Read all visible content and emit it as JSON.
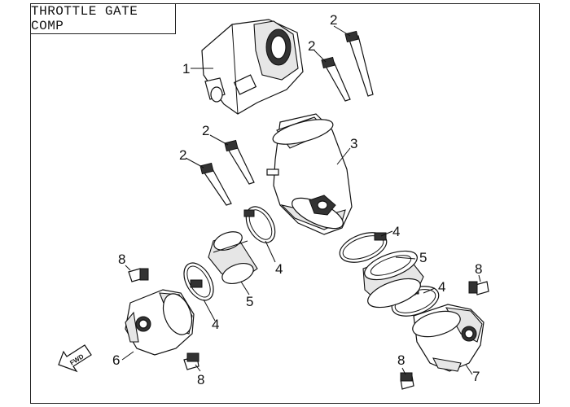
{
  "title": "THROTTLE GATE COMP",
  "fwd_label": "FWD",
  "callouts": [
    {
      "id": "c1",
      "label": "1"
    },
    {
      "id": "c2a",
      "label": "2"
    },
    {
      "id": "c2b",
      "label": "2"
    },
    {
      "id": "c2c",
      "label": "2"
    },
    {
      "id": "c2d",
      "label": "2"
    },
    {
      "id": "c3",
      "label": "3"
    },
    {
      "id": "c4a",
      "label": "4"
    },
    {
      "id": "c4b",
      "label": "4"
    },
    {
      "id": "c4c",
      "label": "4"
    },
    {
      "id": "c4d",
      "label": "4"
    },
    {
      "id": "c5a",
      "label": "5"
    },
    {
      "id": "c5b",
      "label": "5"
    },
    {
      "id": "c6",
      "label": "6"
    },
    {
      "id": "c7",
      "label": "7"
    },
    {
      "id": "c8a",
      "label": "8"
    },
    {
      "id": "c8b",
      "label": "8"
    },
    {
      "id": "c8c",
      "label": "8"
    },
    {
      "id": "c8d",
      "label": "8"
    }
  ],
  "colors": {
    "line": "#111111",
    "shade": "#e6e6e6",
    "dark": "#333333"
  }
}
